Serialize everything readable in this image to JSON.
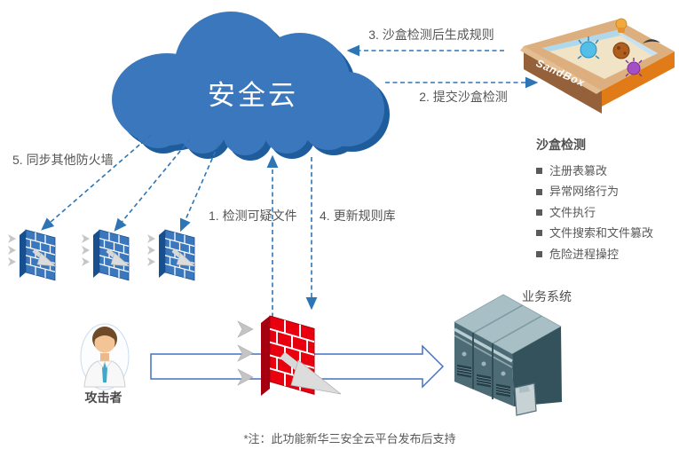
{
  "cloud": {
    "label": "安全云"
  },
  "sandbox_box": {
    "label": "SandBox"
  },
  "flow_labels": {
    "step1": "1. 检测可疑文件",
    "step2": "2. 提交沙盒检测",
    "step3": "3. 沙盒检测后生成规则",
    "step4": "4. 更新规则库",
    "step5": "5. 同步其他防火墙"
  },
  "sandbox_detection": {
    "title": "沙盒检测",
    "items": [
      "注册表篡改",
      "异常网络行为",
      "文件执行",
      "文件搜索和文件篡改",
      "危险进程操控"
    ]
  },
  "attacker": {
    "label": "攻击者"
  },
  "business_system": {
    "label": "业务系统"
  },
  "footnote": "*注：此功能新华三安全云平台发布后支持",
  "colors": {
    "cloud_blue": "#3B77BC",
    "cloud_shadow": "#1E5C9C",
    "arrow_blue": "#2E75B6",
    "firewall_blue": "#3B77BC",
    "firewall_red": "#E8000F",
    "hollow_arrow_stroke": "#4472C4",
    "text_gray": "#595959"
  }
}
